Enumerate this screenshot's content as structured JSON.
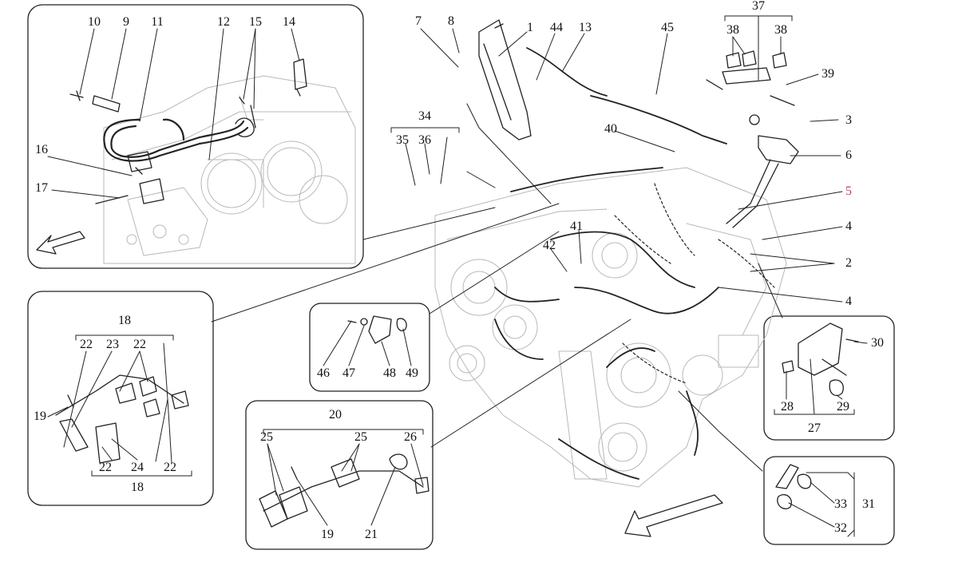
{
  "diagram": {
    "highlight_color": "#d6336c",
    "line_color": "#222222",
    "ghost_color": "#b8b8b8",
    "direction_arrows": 2,
    "callouts": [
      "10",
      "9",
      "11",
      "12",
      "15",
      "14",
      "16",
      "17",
      "7",
      "8",
      "1",
      "44",
      "13",
      "45",
      "37",
      "38",
      "38",
      "39",
      "3",
      "6",
      "5",
      "4",
      "2",
      "4",
      "34",
      "35",
      "36",
      "40",
      "41",
      "42",
      "18",
      "22",
      "23",
      "22",
      "19",
      "22",
      "24",
      "22",
      "18",
      "46",
      "47",
      "48",
      "49",
      "20",
      "25",
      "25",
      "26",
      "19",
      "21",
      "30",
      "28",
      "29",
      "27",
      "33",
      "31",
      "32"
    ],
    "highlighted": "5"
  }
}
